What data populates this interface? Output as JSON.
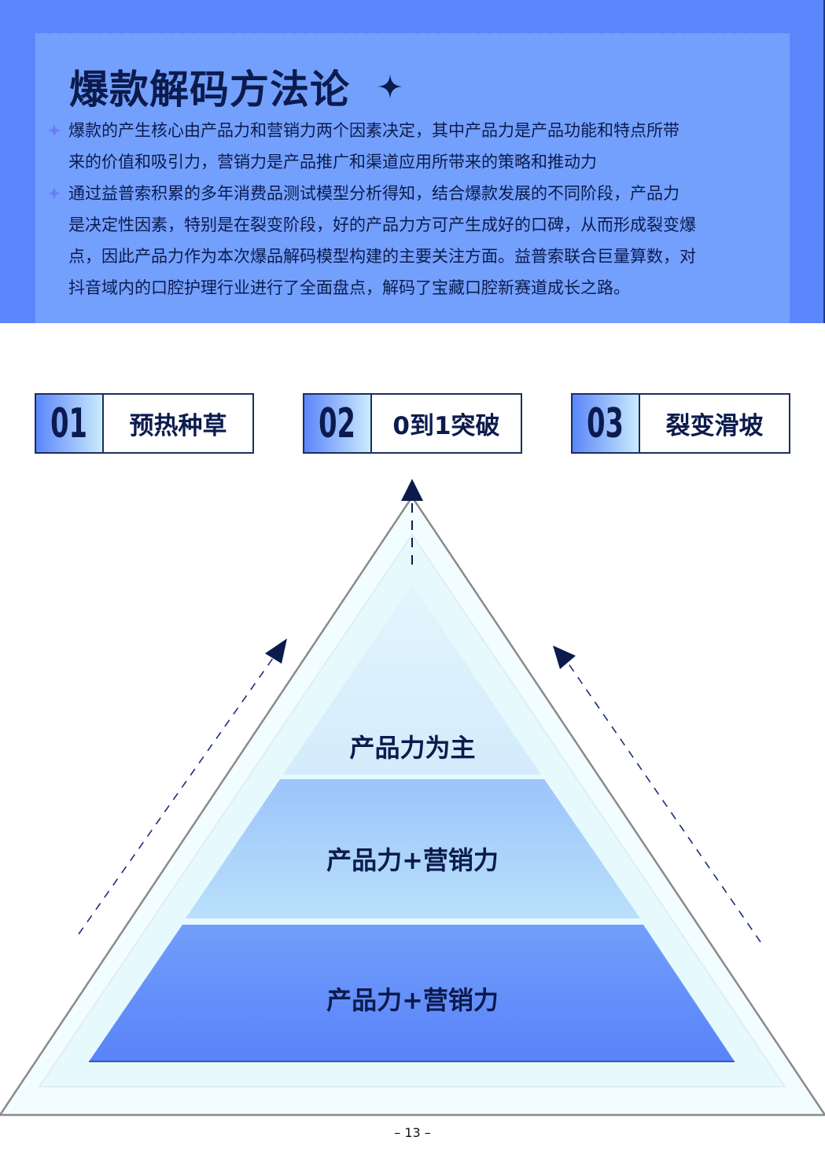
{
  "header": {
    "title": "爆款解码方法论",
    "title_icon": "sparkle-star-icon",
    "bullets": [
      "爆款的产生核心由产品力和营销力两个因素决定，其中产品力是产品功能和特点所带来的价值和吸引力，营销力是产品推广和渠道应用所带来的策略和推动力",
      "通过益普索积累的多年消费品测试模型分析得知，结合爆款发展的不同阶段，产品力是决定性因素，特别是在裂变阶段，好的产品力方可产生成好的口碑，从而形成裂变爆点，因此产品力作为本次爆品解码模型构建的主要关注方面。益普索联合巨量算数，对抖音域内的口腔护理行业进行了全面盘点，解码了宝藏口腔新赛道成长之路。"
    ],
    "bullet_lines": [
      [
        "爆款的产生核心由产品力和营销力两个因素决定，其中产品力是产品功能和特点所带",
        "来的价值和吸引力，营销力是产品推广和渠道应用所带来的策略和推动力"
      ],
      [
        "通过益普索积累的多年消费品测试模型分析得知，结合爆款发展的不同阶段，产品力",
        "是决定性因素，特别是在裂变阶段，好的产品力方可产生成好的口碑，从而形成裂变爆",
        "点，因此产品力作为本次爆品解码模型构建的主要关注方面。益普索联合巨量算数，对",
        "抖音域内的口腔护理行业进行了全面盘点，解码了宝藏口腔新赛道成长之路。"
      ]
    ]
  },
  "stages": [
    {
      "number": "01",
      "label": "预热种草"
    },
    {
      "number": "02",
      "label": "0到1突破"
    },
    {
      "number": "03",
      "label": "裂变滑坡"
    }
  ],
  "pyramid": {
    "tiers": [
      {
        "label": "产品力为主"
      },
      {
        "label": "产品力+营销力"
      },
      {
        "label": "产品力+营销力"
      }
    ]
  },
  "colors": {
    "header_outer": "#5b86fb",
    "header_inner": "#74a0fd",
    "text_dark": "#0c1b4d",
    "tier_top": "#d6ecfb",
    "tier_middle": "#a4c8fb",
    "tier_bottom": "#5b86fb"
  },
  "footer": {
    "page_number": "– 13 –"
  }
}
